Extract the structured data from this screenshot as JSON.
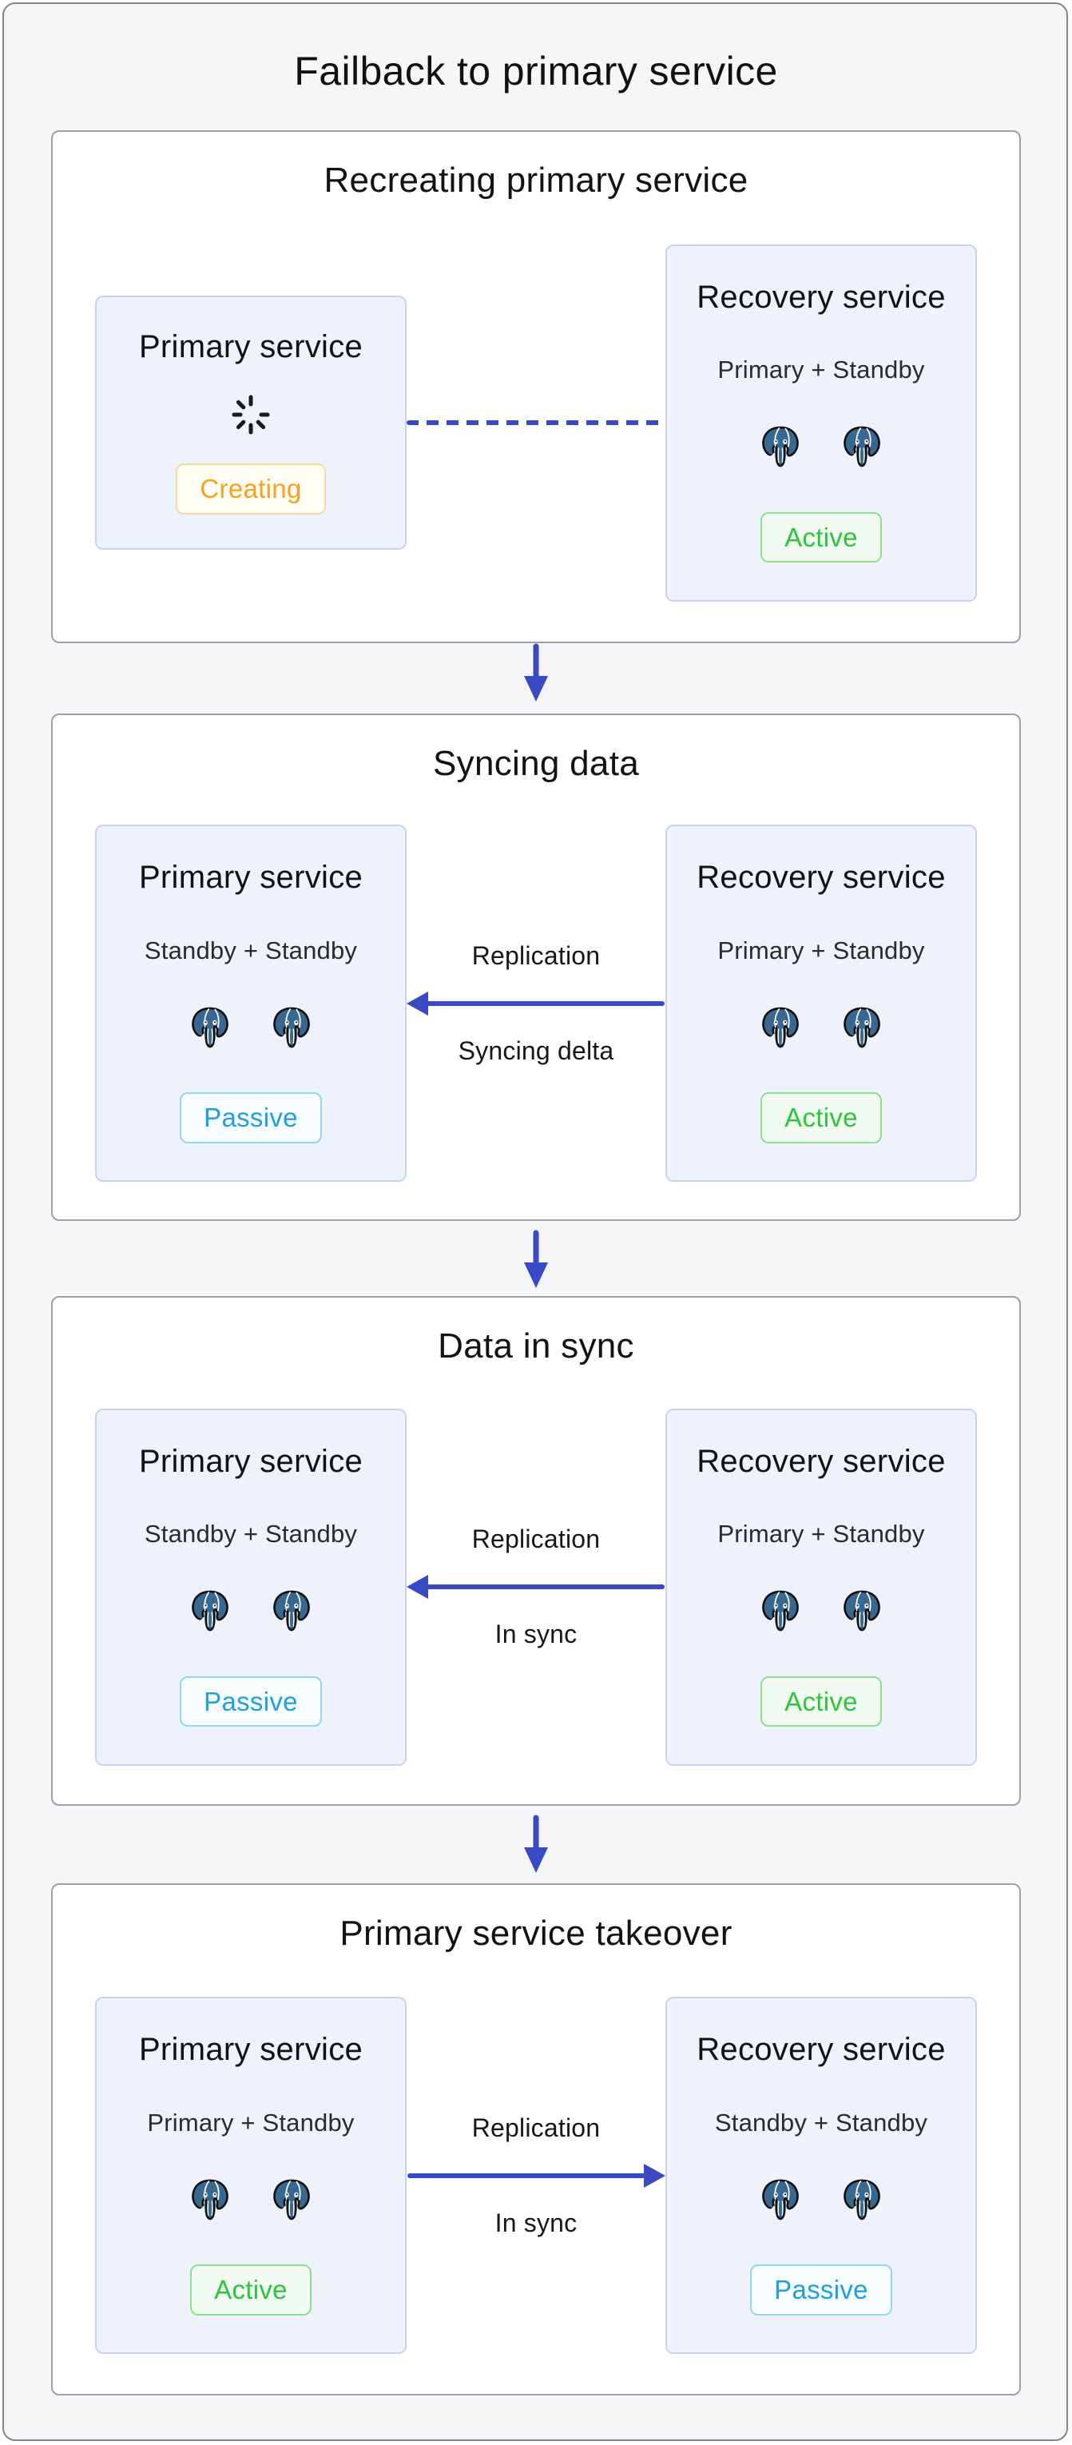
{
  "page": {
    "title": "Failback to primary service"
  },
  "colors": {
    "flow_arrow": "#3a49c4",
    "postgres_blue": "#38688f",
    "status_creating": "#f9a11c",
    "status_active": "#2ec43c",
    "status_passive": "#209fdb"
  },
  "icons": {
    "spinner": "loading-spinner",
    "database": "postgresql-elephant",
    "flow": "down-arrow"
  },
  "sections": [
    {
      "title": "Recreating primary service",
      "left_card": {
        "title": "Primary service",
        "status": "Creating"
      },
      "connector": {
        "type": "dashed-line",
        "label_top": "",
        "label_bottom": ""
      },
      "right_card": {
        "title": "Recovery service",
        "subtitle": "Primary + Standby",
        "status": "Active"
      }
    },
    {
      "title": "Syncing data",
      "left_card": {
        "title": "Primary service",
        "subtitle": "Standby + Standby",
        "status": "Passive"
      },
      "connector": {
        "type": "arrow-left",
        "label_top": "Replication",
        "label_bottom": "Syncing delta"
      },
      "right_card": {
        "title": "Recovery service",
        "subtitle": "Primary + Standby",
        "status": "Active"
      }
    },
    {
      "title": "Data in sync",
      "left_card": {
        "title": "Primary service",
        "subtitle": "Standby + Standby",
        "status": "Passive"
      },
      "connector": {
        "type": "arrow-left",
        "label_top": "Replication",
        "label_bottom": "In sync"
      },
      "right_card": {
        "title": "Recovery service",
        "subtitle": "Primary + Standby",
        "status": "Active"
      }
    },
    {
      "title": "Primary service takeover",
      "left_card": {
        "title": "Primary service",
        "subtitle": "Primary + Standby",
        "status": "Active"
      },
      "connector": {
        "type": "arrow-right",
        "label_top": "Replication",
        "label_bottom": "In sync"
      },
      "right_card": {
        "title": "Recovery service",
        "subtitle": "Standby + Standby",
        "status": "Passive"
      }
    }
  ]
}
